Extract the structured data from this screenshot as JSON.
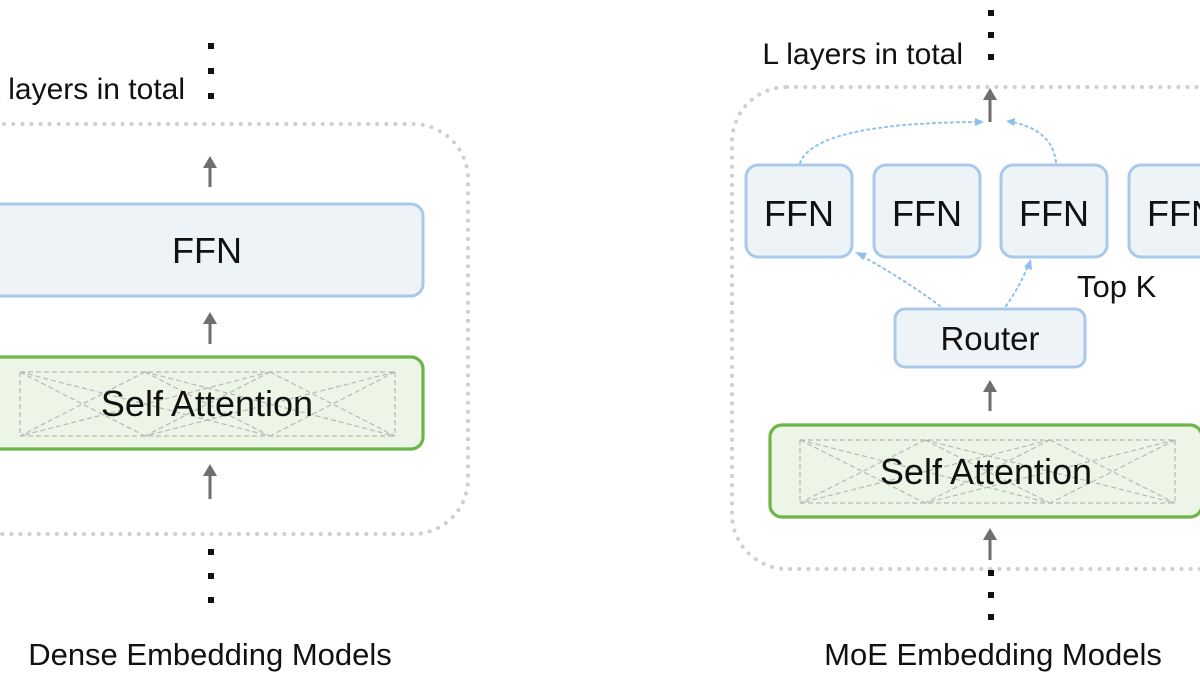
{
  "dense": {
    "layers_label": "L layers in total",
    "ffn_label": "FFN",
    "attention_label": "Self Attention",
    "caption": "Dense Embedding Models"
  },
  "moe": {
    "layers_label": "L layers in total",
    "experts": [
      "FFN",
      "FFN",
      "FFN",
      "FFN"
    ],
    "router_label": "Router",
    "topk_label": "Top K",
    "attention_label": "Self Attention",
    "caption": "MoE Embedding Models"
  },
  "colors": {
    "ffn_fill": "#eef3f8",
    "ffn_border": "#a9c9ea",
    "attention_fill": "#edf5e6",
    "attention_border": "#6bb54a",
    "group_border": "#cfcfcf",
    "arrow": "#6e6e6e",
    "routing_arrow": "#8ec0ec"
  }
}
